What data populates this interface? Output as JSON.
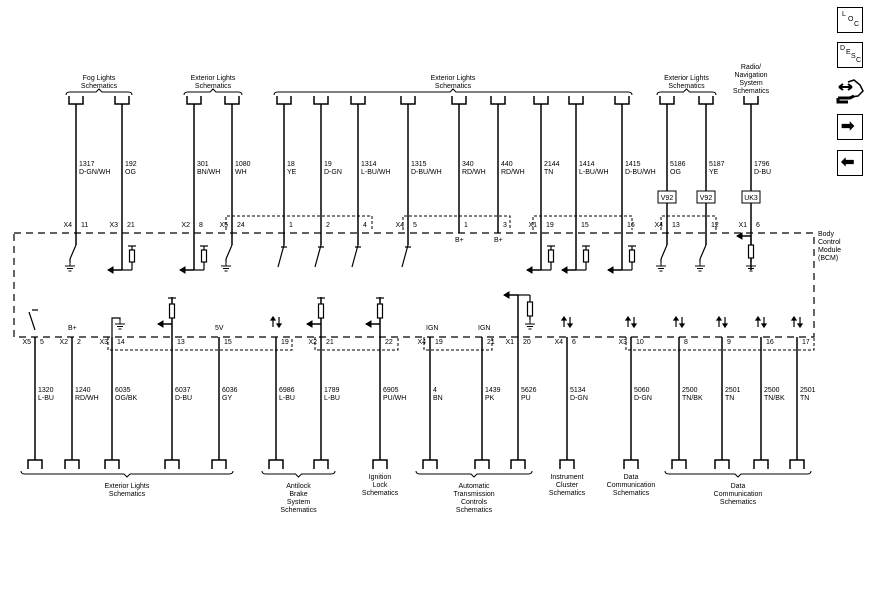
{
  "side_toolbar": {
    "loc": {
      "l1": "L",
      "l2": "O",
      "l3": "C"
    },
    "desc": {
      "l1": "D",
      "l2": "E",
      "l3": "S",
      "l4": "C"
    },
    "connector_tool_icon": "connector-tool-icon",
    "forward": "➡",
    "back": "⬅"
  },
  "module": {
    "line1": "Body",
    "line2": "Control",
    "line3": "Module",
    "line4": "(BCM)"
  },
  "top_groups": [
    {
      "lines": [
        "Fog Lights",
        "Schematics"
      ],
      "wires": [
        0,
        1
      ],
      "brace": true
    },
    {
      "lines": [
        "Exterior Lights",
        "Schematics"
      ],
      "wires": [
        2,
        3
      ],
      "brace": true
    },
    {
      "lines": [
        "Exterior Lights",
        "Schematics"
      ],
      "wires": [
        4,
        12
      ],
      "brace": true
    },
    {
      "lines": [
        "Exterior Lights",
        "Schematics"
      ],
      "wires": [
        13,
        14
      ],
      "brace": true
    },
    {
      "lines": [
        "Radio/",
        "Navigation",
        "System",
        "Schematics"
      ],
      "wires": [
        15,
        15
      ],
      "brace": false
    }
  ],
  "top_wires": [
    {
      "circuit": "1317",
      "color": "D-GN/WH",
      "connector": "X4",
      "pin": "11",
      "symbol": "switch-to-ground"
    },
    {
      "circuit": "192",
      "color": "OG",
      "connector": "X3",
      "pin": "21",
      "symbol": "pull-up-output"
    },
    {
      "circuit": "301",
      "color": "BN/WH",
      "connector": "X2",
      "pin": "8",
      "symbol": "pull-up-output"
    },
    {
      "circuit": "1080",
      "color": "WH",
      "connector": "X5",
      "pin": "24",
      "symbol": "switch-to-ground"
    },
    {
      "circuit": "18",
      "color": "YE",
      "connector": "",
      "pin": "1",
      "symbol": "switch"
    },
    {
      "circuit": "19",
      "color": "D-GN",
      "connector": "",
      "pin": "2",
      "symbol": "switch"
    },
    {
      "circuit": "1314",
      "color": "L-BU/WH",
      "connector": "",
      "pin": "4",
      "symbol": "switch"
    },
    {
      "circuit": "1315",
      "color": "D-BU/WH",
      "connector": "X4",
      "pin": "5",
      "symbol": "switch"
    },
    {
      "circuit": "340",
      "color": "RD/WH",
      "connector": "",
      "pin": "1",
      "symbol": "B+",
      "supply": "B+"
    },
    {
      "circuit": "440",
      "color": "RD/WH",
      "connector": "",
      "pin": "3",
      "symbol": "B+",
      "supply": "B+"
    },
    {
      "circuit": "2144",
      "color": "TN",
      "connector": "X1",
      "pin": "19",
      "symbol": "pull-up-output"
    },
    {
      "circuit": "1414",
      "color": "L-BU/WH",
      "connector": "",
      "pin": "15",
      "symbol": "pull-up-output"
    },
    {
      "circuit": "1415",
      "color": "D-BU/WH",
      "connector": "",
      "pin": "16",
      "symbol": "pull-up-output"
    },
    {
      "circuit": "5186",
      "color": "OG",
      "connector": "X4",
      "pin": "13",
      "symbol": "switch-to-ground",
      "option": "V92"
    },
    {
      "circuit": "5187",
      "color": "YE",
      "connector": "",
      "pin": "12",
      "symbol": "switch-to-ground",
      "option": "V92"
    },
    {
      "circuit": "1796",
      "color": "D-BU",
      "connector": "X1",
      "pin": "6",
      "symbol": "input-resistor-ground",
      "option": "UK3"
    }
  ],
  "bottom_wires": [
    {
      "circuit": "1320",
      "color": "L-BU",
      "connector": "X5",
      "pin": "5",
      "symbol": "switch"
    },
    {
      "circuit": "1240",
      "color": "RD/WH",
      "connector": "X2",
      "pin": "2",
      "symbol": "B+",
      "supply": "B+"
    },
    {
      "circuit": "6035",
      "color": "OG/BK",
      "connector": "X3",
      "pin": "14",
      "symbol": "ground"
    },
    {
      "circuit": "6037",
      "color": "D-BU",
      "connector": "",
      "pin": "13",
      "symbol": "pull-up-output"
    },
    {
      "circuit": "6036",
      "color": "GY",
      "connector": "",
      "pin": "15",
      "symbol": "supply",
      "supply": "5V"
    },
    {
      "circuit": "6986",
      "color": "L-BU",
      "connector": "",
      "pin": "19",
      "symbol": "bidirectional"
    },
    {
      "circuit": "1789",
      "color": "L-BU",
      "connector": "X2",
      "pin": "21",
      "symbol": "pull-up-output"
    },
    {
      "circuit": "6905",
      "color": "PU/WH",
      "connector": "",
      "pin": "22",
      "symbol": "pull-up-output"
    },
    {
      "circuit": "4",
      "color": "BN",
      "connector": "X4",
      "pin": "19",
      "symbol": "supply",
      "supply": "IGN"
    },
    {
      "circuit": "1439",
      "color": "PK",
      "connector": "",
      "pin": "21",
      "symbol": "supply",
      "supply": "IGN"
    },
    {
      "circuit": "5626",
      "color": "PU",
      "connector": "X1",
      "pin": "20",
      "symbol": "input-resistor-ground"
    },
    {
      "circuit": "5134",
      "color": "D-GN",
      "connector": "X4",
      "pin": "6",
      "symbol": "bidirectional"
    },
    {
      "circuit": "5060",
      "color": "D-GN",
      "connector": "X3",
      "pin": "10",
      "symbol": "bidirectional"
    },
    {
      "circuit": "2500",
      "color": "TN/BK",
      "connector": "",
      "pin": "8",
      "symbol": "bidirectional"
    },
    {
      "circuit": "2501",
      "color": "TN",
      "connector": "",
      "pin": "9",
      "symbol": "bidirectional"
    },
    {
      "circuit": "2500",
      "color": "TN/BK",
      "connector": "",
      "pin": "16",
      "symbol": "bidirectional"
    },
    {
      "circuit": "2501",
      "color": "TN",
      "connector": "",
      "pin": "17",
      "symbol": "bidirectional"
    }
  ],
  "bottom_groups": [
    {
      "lines": [
        "Exterior Lights",
        "Schematics"
      ],
      "wires": [
        0,
        4
      ],
      "brace": true
    },
    {
      "lines": [
        "Antilock",
        "Brake",
        "System",
        "Schematics"
      ],
      "wires": [
        5,
        6
      ],
      "brace": true
    },
    {
      "lines": [
        "Ignition",
        "Lock",
        "Schematics"
      ],
      "wires": [
        7,
        7
      ],
      "brace": false
    },
    {
      "lines": [
        "Automatic",
        "Transmission",
        "Controls",
        "Schematics"
      ],
      "wires": [
        8,
        10
      ],
      "brace": true
    },
    {
      "lines": [
        "Instrument",
        "Cluster",
        "Schematics"
      ],
      "wires": [
        11,
        11
      ],
      "brace": false
    },
    {
      "lines": [
        "Data",
        "Communication",
        "Schematics"
      ],
      "wires": [
        12,
        12
      ],
      "brace": false
    },
    {
      "lines": [
        "Data",
        "Communication",
        "Schematics"
      ],
      "wires": [
        13,
        16
      ],
      "brace": true
    }
  ]
}
